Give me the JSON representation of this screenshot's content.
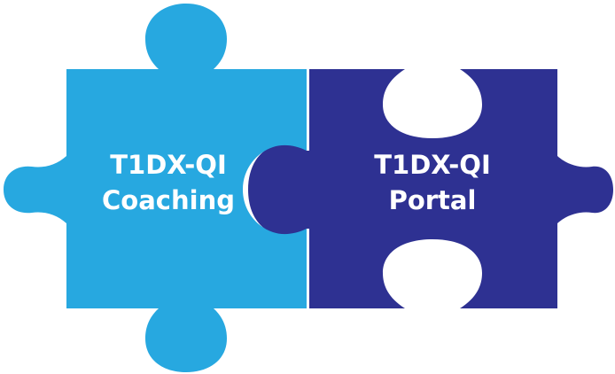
{
  "pieces": [
    {
      "id": "coaching",
      "line1": "T1DX-QI",
      "line2": "Coaching",
      "color": "#27a8e0"
    },
    {
      "id": "portal",
      "line1": "T1DX-QI",
      "line2": "Portal",
      "color": "#2e3192"
    }
  ],
  "seam_color": "#ffffff",
  "background": "#ffffff"
}
